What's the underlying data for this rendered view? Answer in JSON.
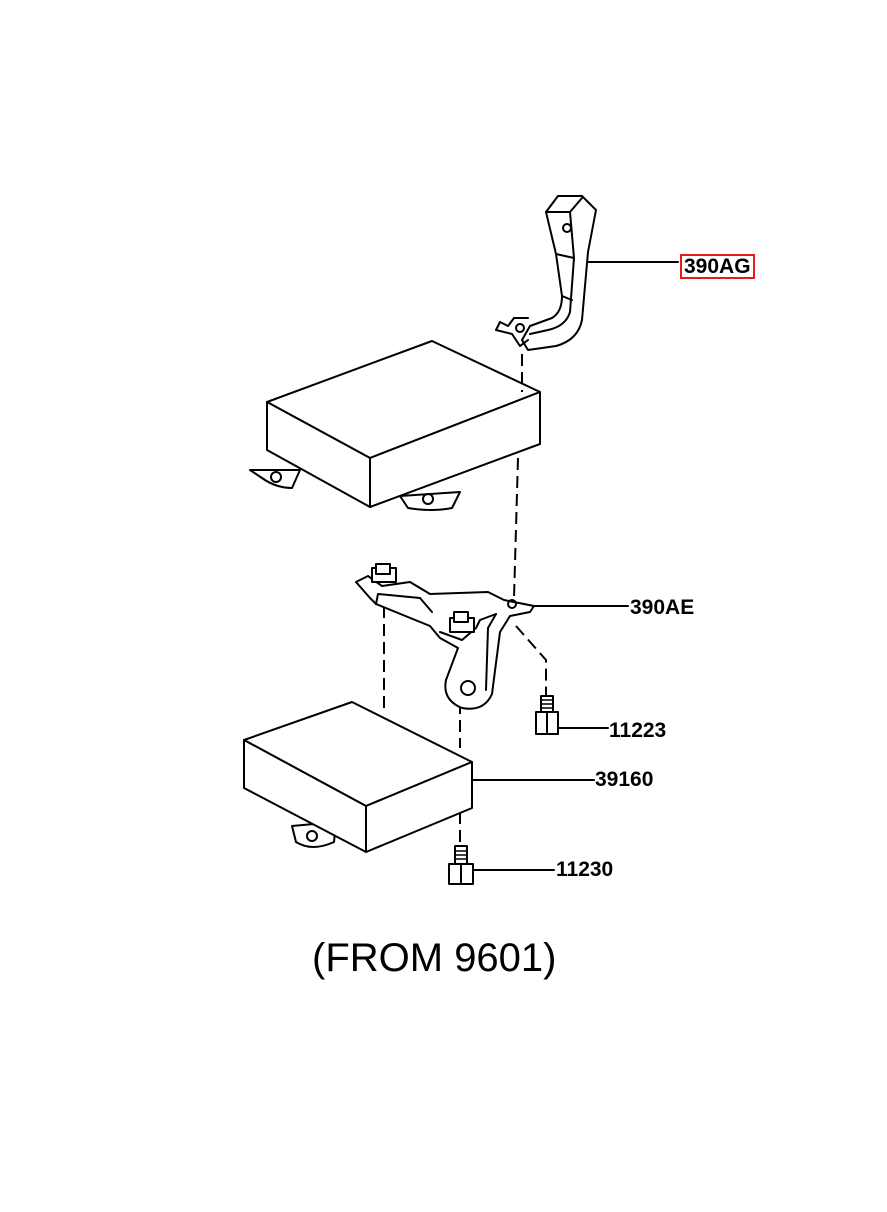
{
  "parts": {
    "bracket_upper": {
      "number": "390AG",
      "highlight_color": "#e21b1b"
    },
    "bracket_lower": {
      "number": "390AE"
    },
    "screw_upper": {
      "number": "11223"
    },
    "module_lower": {
      "number": "39160"
    },
    "screw_lower": {
      "number": "11230"
    }
  },
  "caption": "(FROM 9601)"
}
